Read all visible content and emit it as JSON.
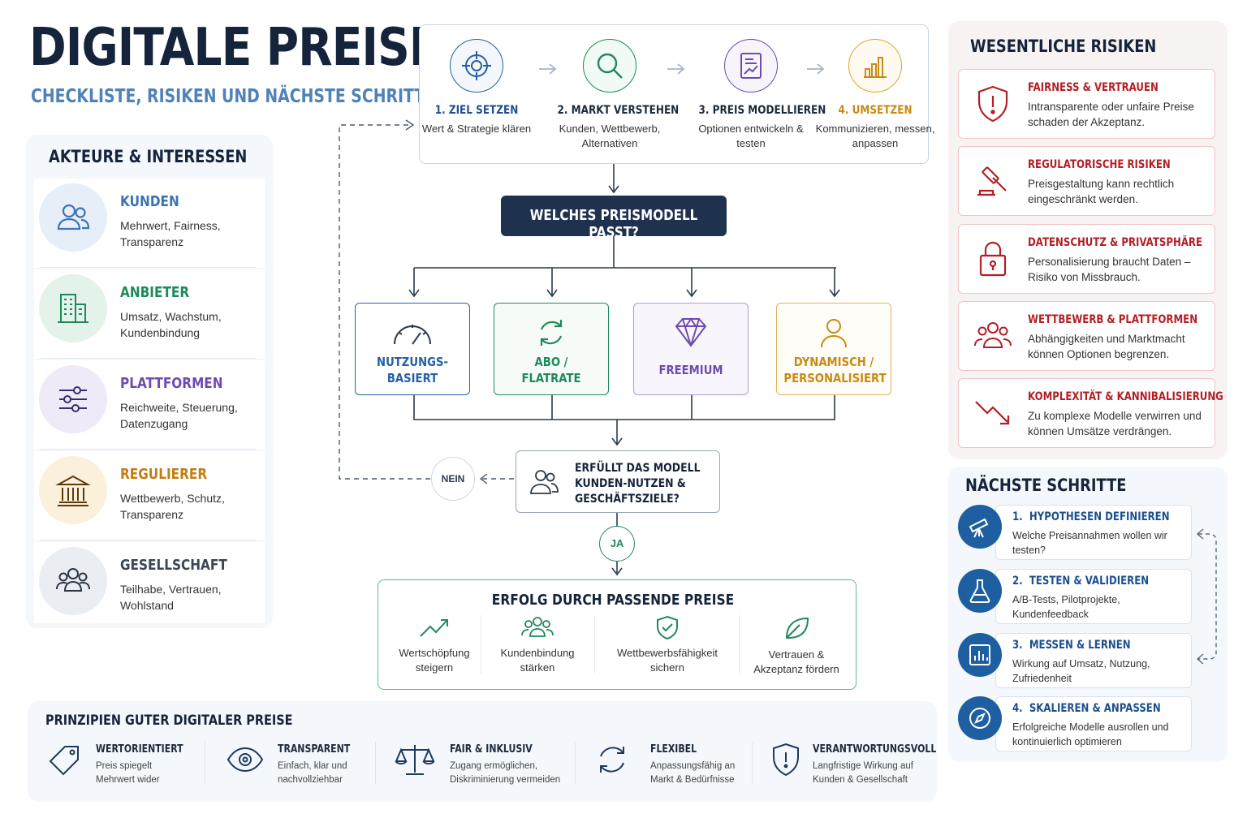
{
  "header": {
    "title": "DIGITALE PREISE",
    "subtitle": "CHECKLISTE, RISIKEN UND NÄCHSTE SCHRITTE"
  },
  "actors": {
    "heading": "AKTEURE & INTERESSEN",
    "items": [
      {
        "name": "KUNDEN",
        "desc": "Mehrwert, Fairness, Transparenz",
        "icon": "users-icon",
        "color": "#3d73b5",
        "bg": "#e6eef8"
      },
      {
        "name": "ANBIETER",
        "desc": "Umsatz, Wachstum, Kundenbindung",
        "icon": "building-icon",
        "color": "#1e8a5a",
        "bg": "#e3f3ea"
      },
      {
        "name": "PLATTFORMEN",
        "desc": "Reichweite, Steuerung, Datenzugang",
        "icon": "sliders-icon",
        "color": "#6d4bb0",
        "bg": "#efeaf8"
      },
      {
        "name": "REGULIERER",
        "desc": "Wettbewerb, Schutz, Transparenz",
        "icon": "institution-icon",
        "color": "#c07f12",
        "bg": "#fbf0dc"
      },
      {
        "name": "GESELLSCHAFT",
        "desc": "Teilhabe, Vertrauen, Wohlstand",
        "icon": "group-icon",
        "color": "#3a4656",
        "bg": "#eaedf1"
      }
    ]
  },
  "steps": [
    {
      "title": "1. ZIEL SETZEN",
      "desc": "Wert & Strategie klären",
      "icon": "target-icon",
      "color": "#2460a8"
    },
    {
      "title": "2. MARKT VERSTEHEN",
      "desc": "Kunden, Wettbewerb, Alternativen",
      "icon": "magnifier-icon",
      "color": "#1e8a5a"
    },
    {
      "title": "3. PREIS MODELLIEREN",
      "desc": "Optionen entwickeln & testen",
      "icon": "document-chart-icon",
      "color": "#6d4bb0"
    },
    {
      "title": "4. UMSETZEN",
      "desc": "Kommunizieren, messen, anpassen",
      "icon": "bar-chart-icon",
      "color": "#c98a12"
    }
  ],
  "question": "WELCHES PREISMODELL PASST?",
  "models": [
    {
      "label": "NUTZUNGS- BASIERT",
      "icon": "gauge-icon",
      "color": "#2460a8",
      "bg": "#ffffff"
    },
    {
      "label": "ABO / FLATRATE",
      "icon": "refresh-icon",
      "color": "#1e8a5a",
      "bg": "#f6fbf8"
    },
    {
      "label": "FREEMIUM",
      "icon": "diamond-icon",
      "color": "#6d4bb0",
      "bg": "#f8f6fc"
    },
    {
      "label": "DYNAMISCH / PERSONALISIERT",
      "icon": "person-icon",
      "color": "#c98a12",
      "bg": "#fffdf8"
    }
  ],
  "check": {
    "text": "ERFÜLLT DAS MODELL KUNDEN-NUTZEN & GESCHÄFTSZIELE?",
    "no": "NEIN",
    "yes": "JA"
  },
  "success": {
    "title": "ERFOLG DURCH PASSENDE PREISE",
    "items": [
      {
        "label": "Wertschöpfung steigern",
        "icon": "trend-up-icon"
      },
      {
        "label": "Kundenbindung stärken",
        "icon": "group-icon"
      },
      {
        "label": "Wettbewerbsfähigkeit sichern",
        "icon": "shield-check-icon"
      },
      {
        "label": "Vertrauen & Akzeptanz fördern",
        "icon": "leaf-icon"
      }
    ]
  },
  "risks": {
    "heading": "WESENTLICHE RISIKEN",
    "items": [
      {
        "title": "FAIRNESS & VERTRAUEN",
        "desc": "Intransparente oder unfaire Preise schaden der Akzeptanz.",
        "icon": "shield-alert-icon"
      },
      {
        "title": "REGULATORISCHE RISIKEN",
        "desc": "Preisgestaltung kann rechtlich eingeschränkt werden.",
        "icon": "gavel-icon"
      },
      {
        "title": "DATENSCHUTZ & PRIVATSPHÄRE",
        "desc": "Personalisierung braucht Daten – Risiko von Missbrauch.",
        "icon": "lock-icon"
      },
      {
        "title": "WETTBEWERB & PLATTFORMEN",
        "desc": "Abhängigkeiten und Marktmacht können Optionen begrenzen.",
        "icon": "group-icon"
      },
      {
        "title": "KOMPLEXITÄT & KANNIBALISIERUNG",
        "desc": "Zu komplexe Modelle verwirren und können Umsätze verdrängen.",
        "icon": "trend-down-icon"
      }
    ]
  },
  "next_steps": {
    "heading": "NÄCHSTE SCHRITTE",
    "items": [
      {
        "num": "1.",
        "title": "HYPOTHESEN DEFINIEREN",
        "desc": "Welche Preisannahmen wollen wir testen?",
        "icon": "telescope-icon"
      },
      {
        "num": "2.",
        "title": "TESTEN & VALIDIEREN",
        "desc": "A/B-Tests, Pilotprojekte, Kundenfeedback",
        "icon": "flask-icon"
      },
      {
        "num": "3.",
        "title": "MESSEN & LERNEN",
        "desc": "Wirkung auf Umsatz, Nutzung, Zufriedenheit",
        "icon": "bar-chart-icon"
      },
      {
        "num": "4.",
        "title": "SKALIEREN & ANPASSEN",
        "desc": "Erfolgreiche Modelle ausrollen und kontinuierlich optimieren",
        "icon": "compass-icon"
      }
    ]
  },
  "principles": {
    "heading": "PRINZIPIEN GUTER DIGITALER PREISE",
    "items": [
      {
        "title": "WERTORIENTIERT",
        "desc": "Preis spiegelt Mehrwert wider",
        "icon": "price-tag-icon"
      },
      {
        "title": "TRANSPARENT",
        "desc": "Einfach, klar und nachvollziehbar",
        "icon": "eye-icon"
      },
      {
        "title": "FAIR & INKLUSIV",
        "desc": "Zugang ermöglichen, Diskriminierung vermeiden",
        "icon": "scales-icon"
      },
      {
        "title": "FLEXIBEL",
        "desc": "Anpassungsfähig an Markt & Bedürfnisse",
        "icon": "refresh-icon"
      },
      {
        "title": "VERANTWORTUNGSVOLL",
        "desc": "Langfristige Wirkung auf Kunden & Gesellschaft",
        "icon": "shield-alert-icon"
      }
    ]
  },
  "colors": {
    "navy": "#15243a",
    "blue": "#2460a8",
    "green": "#1e8a5a",
    "purple": "#6d4bb0",
    "orange": "#c98a12",
    "red": "#b21f24"
  }
}
